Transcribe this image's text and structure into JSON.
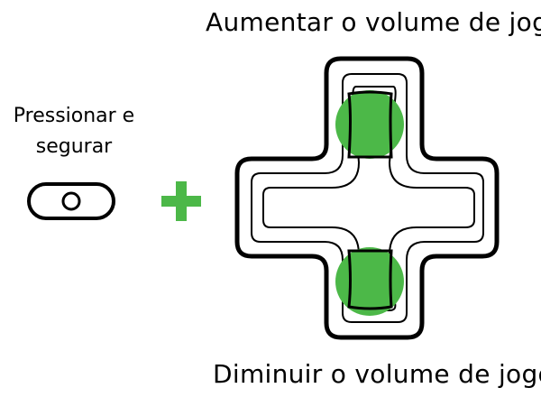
{
  "labels": {
    "volume_up": "Aumentar o volume de jogo",
    "volume_down": "Diminuir o volume de jogo",
    "press_and_hold_line1": "Pressionar e",
    "press_and_hold_line2": "segurar"
  },
  "icons": {
    "button": "rounded-pill-button-icon",
    "plus": "plus-icon",
    "dpad": "dpad-icon",
    "dpad_up_highlight": "green-circle-highlight",
    "dpad_down_highlight": "green-circle-highlight"
  },
  "colors": {
    "accent_green": "#4cb848",
    "outline": "#000000",
    "background": "#ffffff"
  }
}
